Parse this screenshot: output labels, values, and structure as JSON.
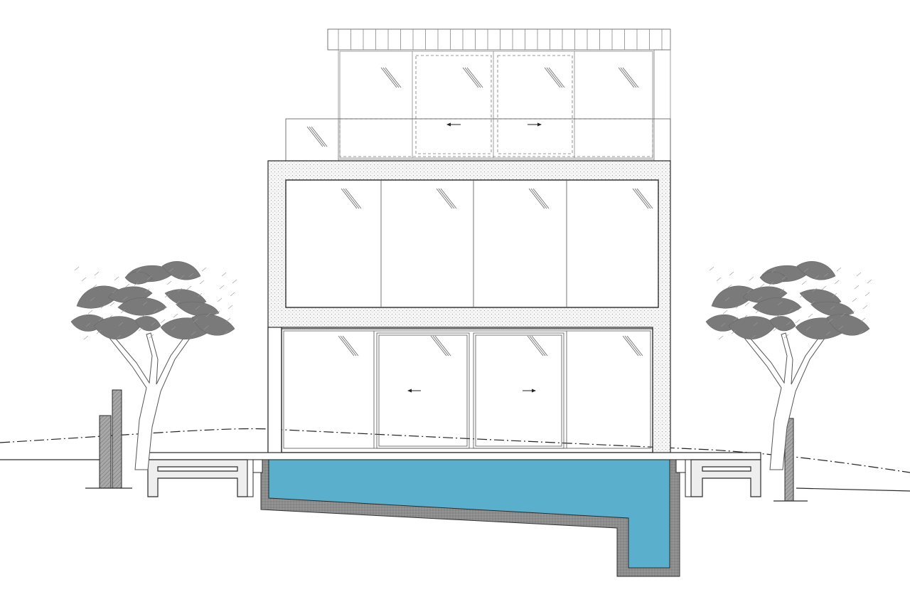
{
  "colors": {
    "background": "#ffffff",
    "line": "#2a2a2a",
    "wall_fill": "#f4f4f4",
    "pool_water": "#5ab0cc",
    "pool_shell": "#8d8d8d",
    "tree_canopy": "#7a7a7a",
    "post_fill": "#9a9a9a",
    "bench_fill": "#eeeeee"
  },
  "elements": {
    "house": "concrete-frame-house-elevation",
    "glazing_levels": 3,
    "pool": "sloped-bottom-pool-section",
    "trees": 2
  }
}
